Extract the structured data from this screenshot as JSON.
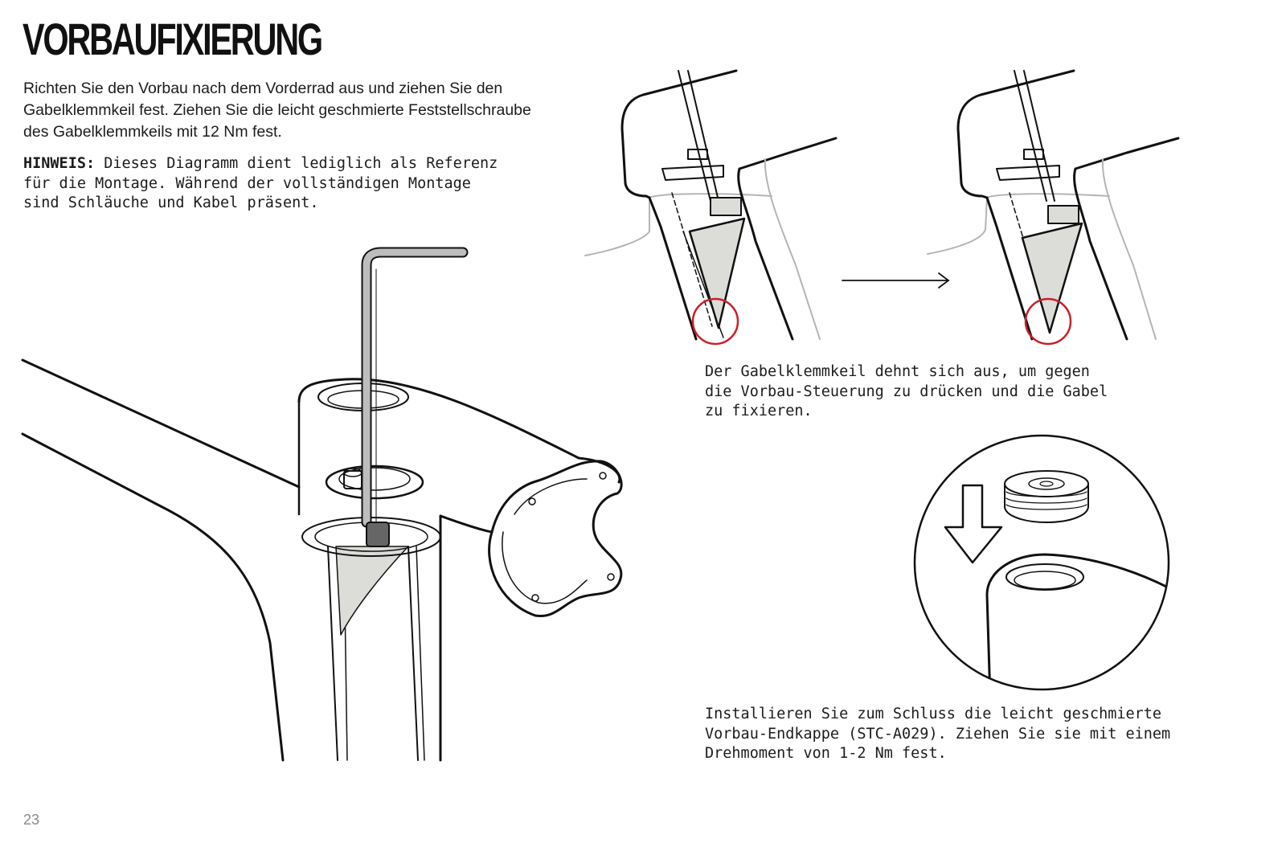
{
  "page": {
    "title": "VORBAUFIXIERUNG",
    "intro": "Richten Sie den Vorbau nach dem Vorderrad aus und ziehen Sie den Gabelklemmkeil fest. Ziehen Sie die leicht geschmierte Feststellschraube des Gabelklemmkeils mit 12 Nm fest.",
    "note_label": "HINWEIS:",
    "note_text": " Dieses Diagramm dient lediglich als Referenz\nfür die Montage. Während der vollständigen Montage\nsind Schläuche und Kabel präsent.",
    "caption_wedge": "Der Gabelklemmkeil dehnt sich aus, um gegen\ndie Vorbau-Steuerung zu drücken und die Gabel\nzu fixieren.",
    "caption_endcap": "Installieren Sie zum Schluss die leicht geschmierte\nVorbau-Endkappe (STC-A029). Ziehen Sie sie mit einem\nDrehmoment von 1-2 Nm fest.",
    "page_number": "23"
  },
  "colors": {
    "highlight_circle": "#c8202a",
    "wedge_fill": "#dcdcd8",
    "frame_gray": "#b4b4b4",
    "line": "#111111"
  },
  "icons": {
    "arrow": "right-arrow-icon",
    "down_arrow": "down-arrow-icon"
  }
}
